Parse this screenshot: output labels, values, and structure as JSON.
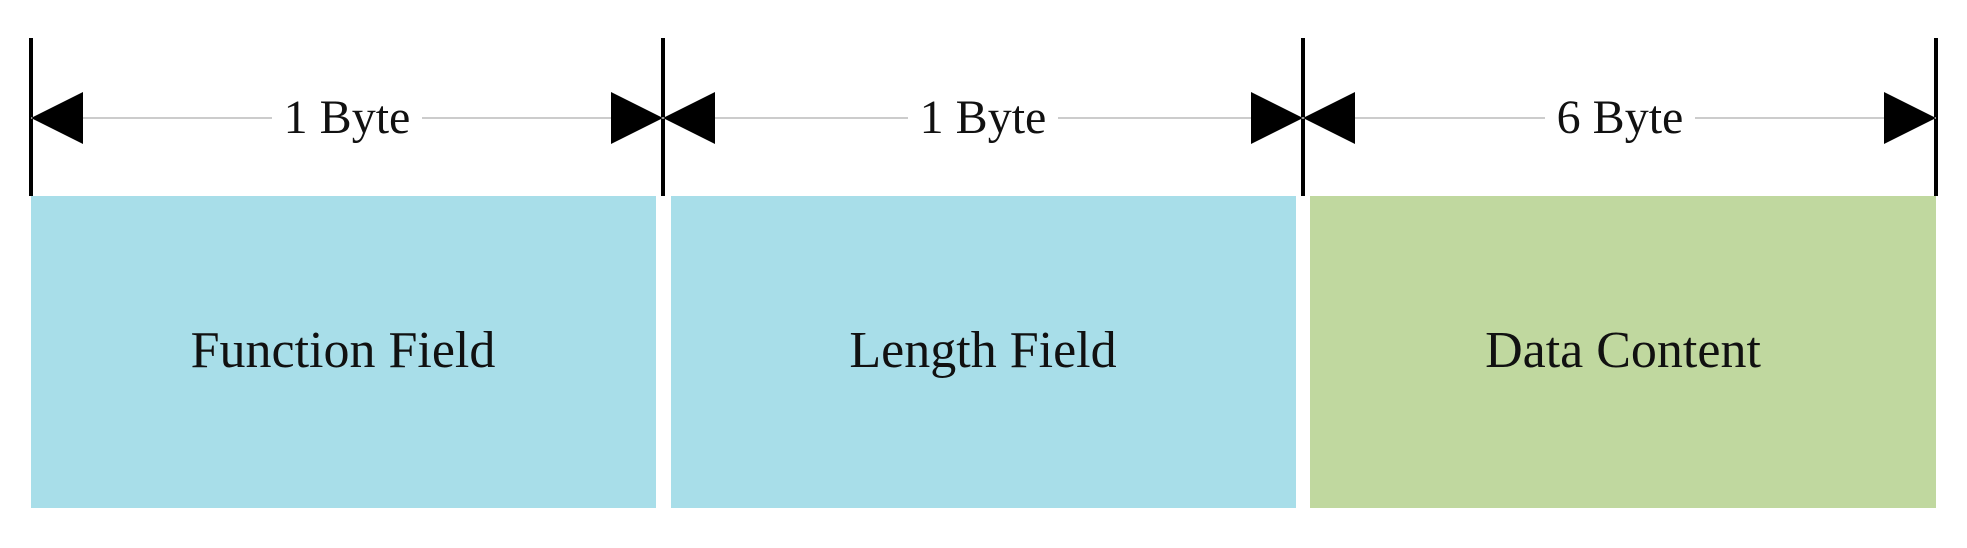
{
  "fields": [
    {
      "name": "Function Field",
      "size": "1 Byte",
      "color": "#a8dee9"
    },
    {
      "name": "Length Field",
      "size": "1 Byte",
      "color": "#a8dee9"
    },
    {
      "name": "Data Content",
      "size": "6 Byte",
      "color": "#c0d89f"
    }
  ]
}
